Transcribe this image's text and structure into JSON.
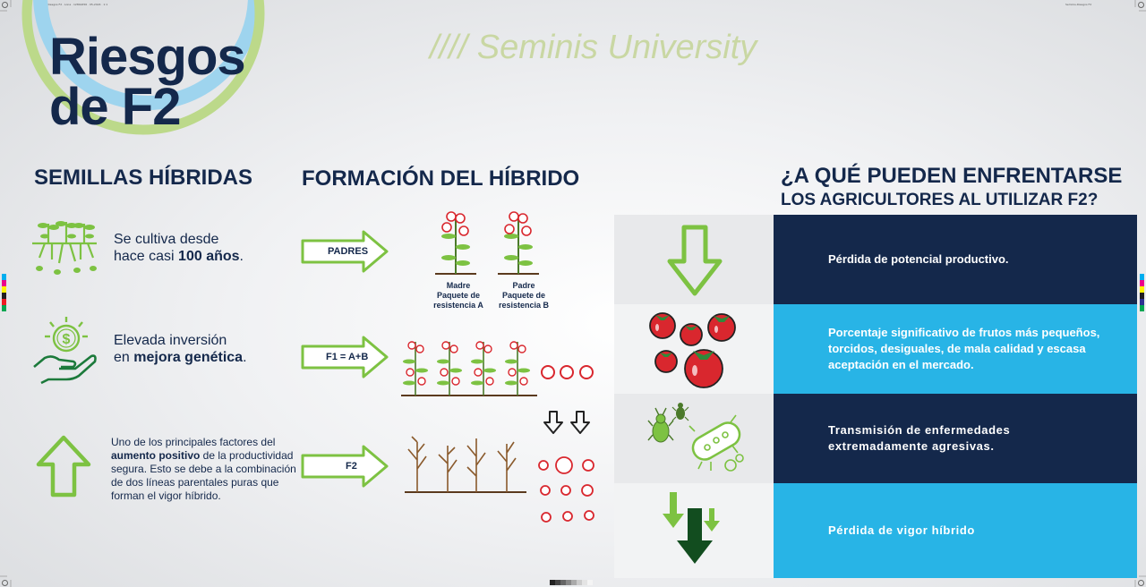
{
  "crop_text": {
    "left": "Seminis-Riesgos F2 · Lona · 1280x656 · 05-2024 · 1:1",
    "right": "Seminis-Riesgos F2"
  },
  "title": {
    "line1": "Riesgos",
    "line2": "de F2"
  },
  "brand": "//// Seminis University",
  "left": {
    "heading": "SEMILLAS HÍBRIDAS",
    "item1": {
      "pre": "Se cultiva desde",
      "pre2": "hace casi ",
      "bold": "100 años",
      "post": "."
    },
    "item2": {
      "pre": "Elevada inversión",
      "pre2": "en ",
      "bold": "mejora genética",
      "post": "."
    },
    "item3": {
      "l1": "Uno de los principales factores del",
      "bold": "aumento positivo",
      "l2post": " de la productividad",
      "l3": "segura. Esto se debe a la combinación",
      "l4": "de dos líneas parentales puras que",
      "l5": "forman el vigor híbrido."
    }
  },
  "middle": {
    "heading": "FORMACIÓN DEL HÍBRIDO",
    "arrow1": "PADRES",
    "arrow2": "F1 = A+B",
    "arrow3": "F2",
    "mother": {
      "l1": "Madre",
      "l2": "Paquete de",
      "l3": "resistencia A"
    },
    "father": {
      "l1": "Padre",
      "l2": "Paquete de",
      "l3": "resistencia B"
    }
  },
  "right": {
    "heading1": "¿A QUÉ PUEDEN ENFRENTARSE",
    "heading2": "LOS AGRICULTORES AL UTILIZAR F2?",
    "rows": [
      {
        "text": "Pérdida de potencial productivo.",
        "icon": "arrow-down-icon",
        "bg": "#14284b"
      },
      {
        "text": "Porcentaje significativo de frutos más pequeños, torcidos, desiguales, de mala calidad y escasa aceptación en el mercado.",
        "icon": "tomatoes-icon",
        "bg": "#28b4e6"
      },
      {
        "text": "Transmisión de enfermedades extremadamente agresivas.",
        "icon": "pests-icon",
        "bg": "#14284b"
      },
      {
        "text": "Pérdida de vigor híbrido",
        "icon": "vigor-loss-icon",
        "bg": "#28b4e6"
      }
    ]
  },
  "colors": {
    "navy": "#14284b",
    "green": "#7dc242",
    "cyan": "#28b4e6",
    "red": "#d9272e"
  }
}
